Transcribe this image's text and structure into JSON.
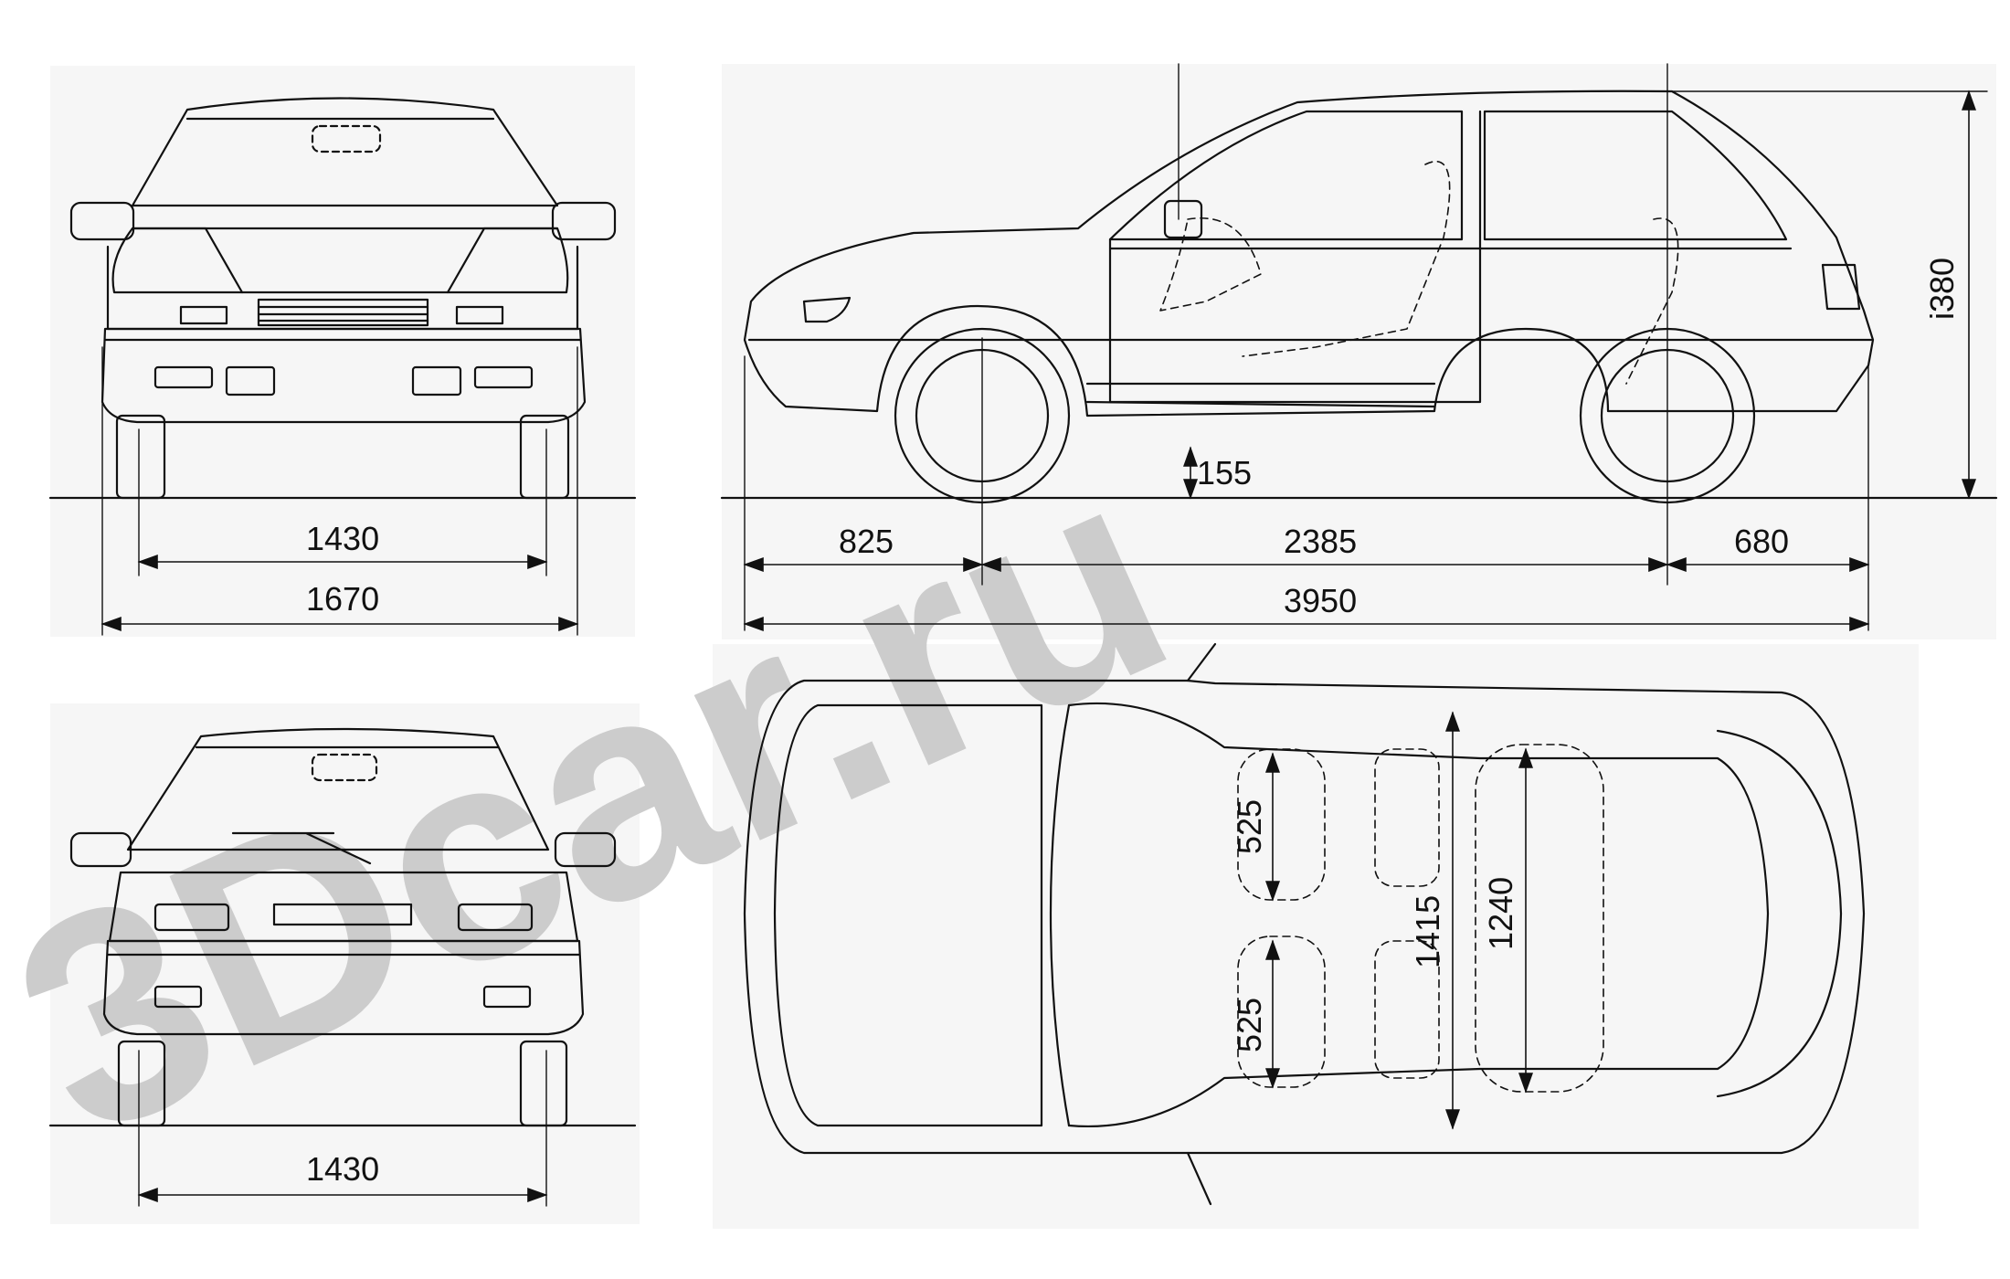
{
  "dimensions": {
    "front_track": "1430",
    "overall_width": "1670",
    "rear_track": "1430",
    "front_overhang": "825",
    "wheelbase": "2385",
    "rear_overhang": "680",
    "overall_length": "3950",
    "ground_clearance": "155",
    "overall_height": "i380",
    "front_seat_width_left": "525",
    "front_seat_width_right": "525",
    "interior_width_front": "1415",
    "interior_width_rear": "1240"
  },
  "watermark": {
    "text": "3Dcar.ru",
    "color": "#c9c9c9"
  },
  "colors": {
    "line": "#111111",
    "panel": "#f6f6f6"
  }
}
